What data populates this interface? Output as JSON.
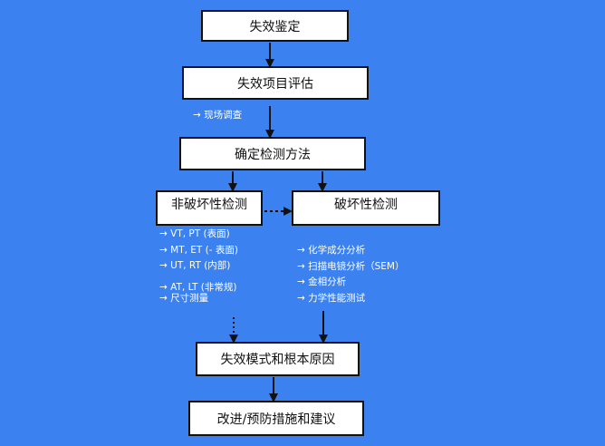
{
  "steps": {
    "failure_identification": "失效鉴定",
    "failure_item_assessment": "失效项目评估",
    "determine_test_method": "确定检测方法",
    "non_destructive_testing": "非破坏性检测",
    "destructive_testing": "破坏性检测",
    "failure_mode_root_cause": "失效模式和根本原因",
    "corrective_preventive": "改进/预防措施和建议"
  },
  "notes": {
    "site_survey": "→ 现场调查",
    "ndt_methods": [
      "→ VT, PT (表面)",
      "→ MT, ET (- 表面)",
      "→ UT, RT (内部)",
      "→ AT, LT (非常规)",
      "→ 尺寸测量"
    ],
    "dt_methods": [
      "→ 化学成分分析",
      "→ 扫描电镜分析（SEM）",
      "→ 金相分析",
      "→ 力学性能测试"
    ]
  },
  "colors": {
    "background": "#3b82f0",
    "box_fill": "#ffffff",
    "border": "#111111",
    "text_on_background": "#ffffff"
  }
}
